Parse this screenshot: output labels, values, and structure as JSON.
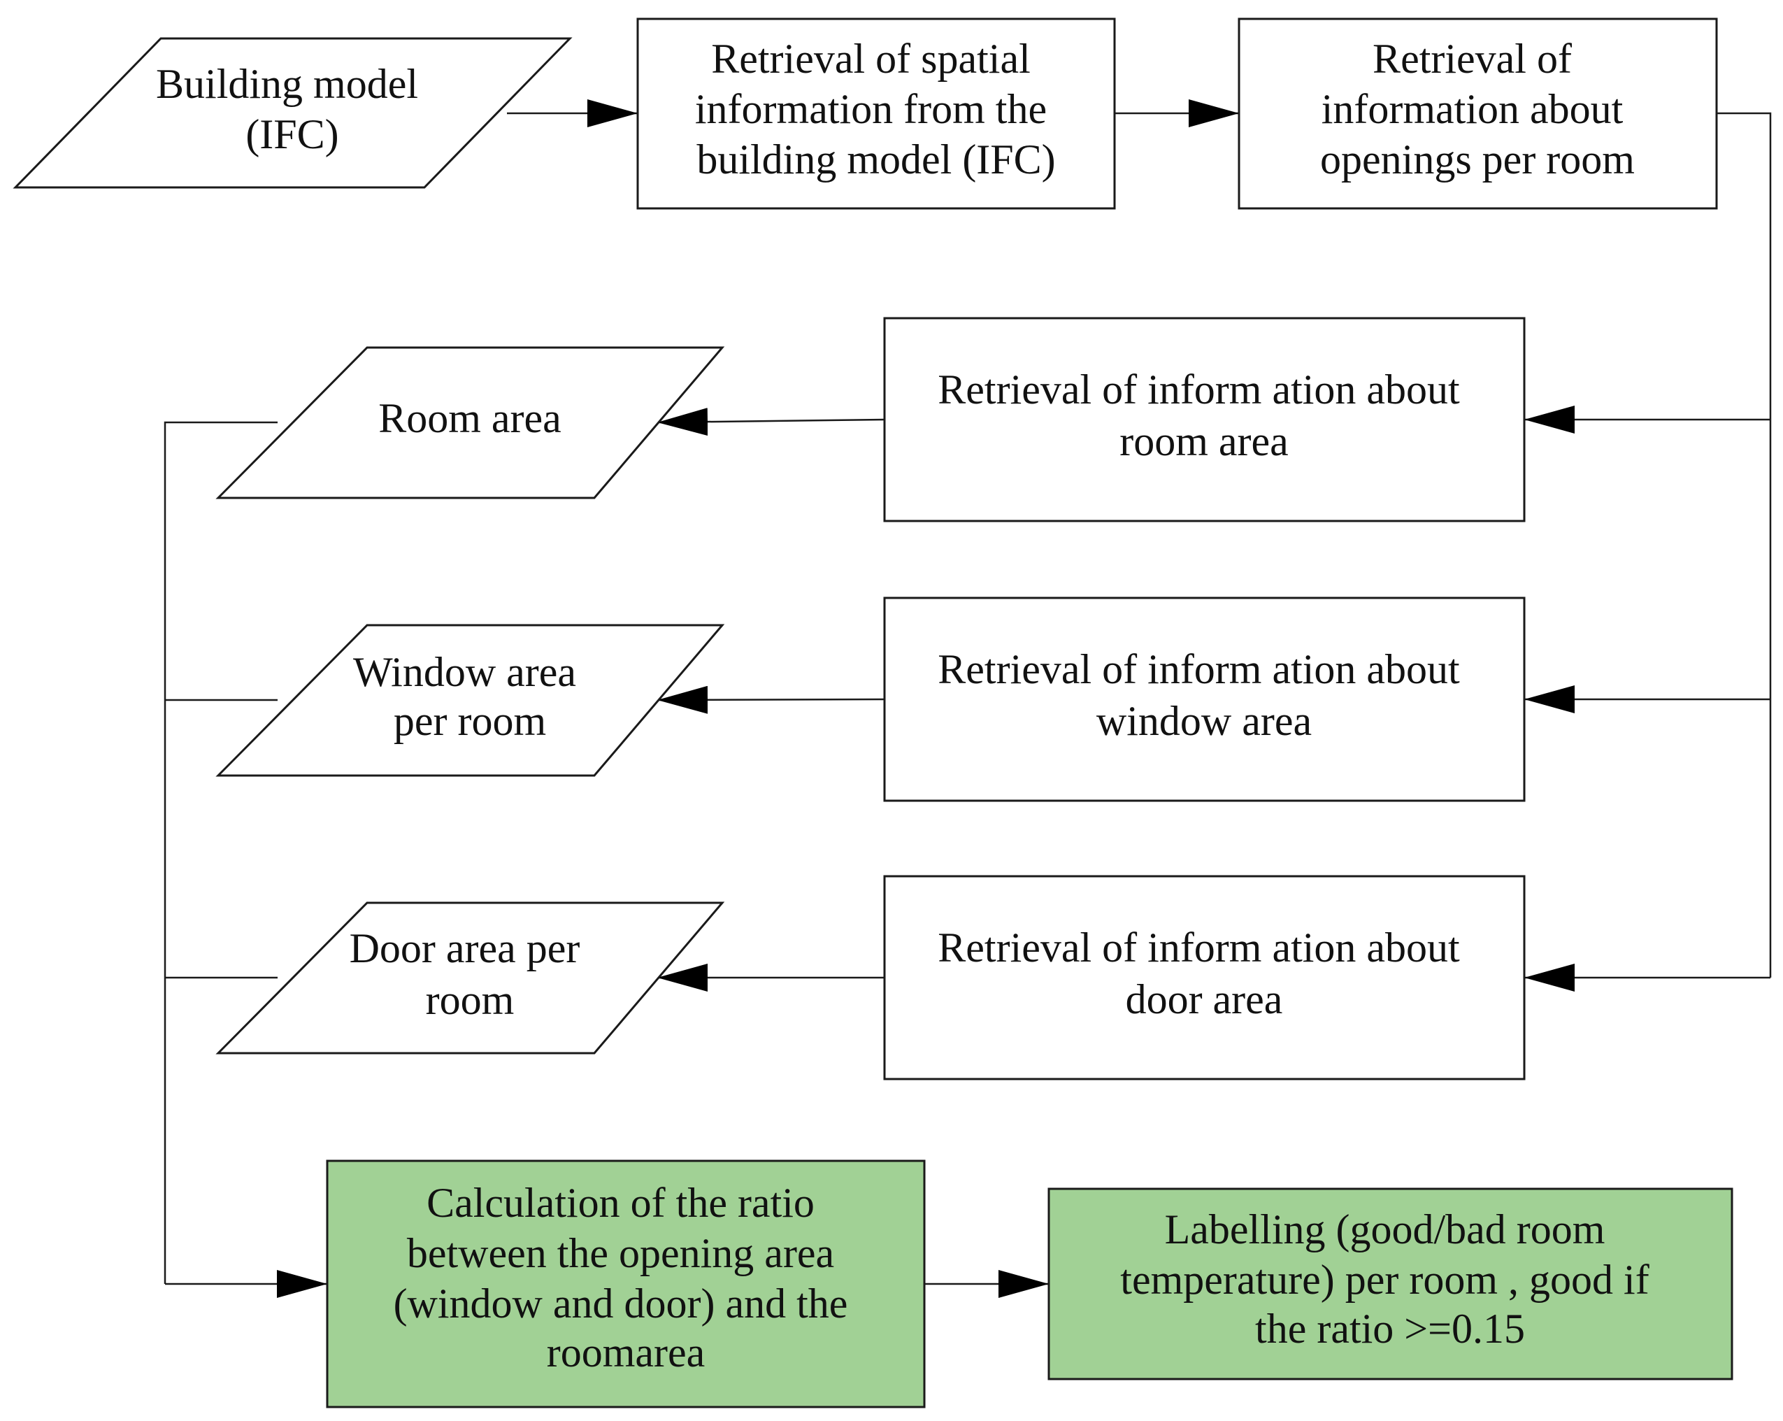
{
  "colors": {
    "highlight_fill": "#a1d195",
    "default_fill": "#ffffff",
    "stroke": "#1a1a1a"
  },
  "nodes": {
    "building_model": {
      "shape": "parallelogram",
      "lines": [
        "Building model",
        "(IFC)"
      ]
    },
    "retrieval_spatial": {
      "shape": "rectangle",
      "lines": [
        "Retrieval of spatial",
        "information from the",
        "building model (IFC)"
      ]
    },
    "retrieval_openings": {
      "shape": "rectangle",
      "lines": [
        "Retrieval of",
        "information about",
        "openings per room"
      ]
    },
    "retrieval_room_area": {
      "shape": "rectangle",
      "lines": [
        "Retrieval of inform ation about",
        "room area"
      ]
    },
    "room_area": {
      "shape": "parallelogram",
      "lines": [
        "Room area"
      ]
    },
    "retrieval_window_area": {
      "shape": "rectangle",
      "lines": [
        "Retrieval of inform ation about",
        "window area"
      ]
    },
    "window_area": {
      "shape": "parallelogram",
      "lines": [
        "Window area",
        "per room"
      ]
    },
    "retrieval_door_area": {
      "shape": "rectangle",
      "lines": [
        "Retrieval of inform ation about",
        "door area"
      ]
    },
    "door_area": {
      "shape": "parallelogram",
      "lines": [
        "Door area per",
        "room"
      ]
    },
    "calculation": {
      "shape": "rectangle",
      "highlight": true,
      "lines": [
        "Calculation of the ratio",
        "between the opening area",
        "(window and door) and the",
        "roomarea"
      ]
    },
    "labelling": {
      "shape": "rectangle",
      "highlight": true,
      "lines": [
        "Labelling (good/bad room",
        "temperature) per room , good if",
        "the ratio >=0.15"
      ]
    }
  }
}
